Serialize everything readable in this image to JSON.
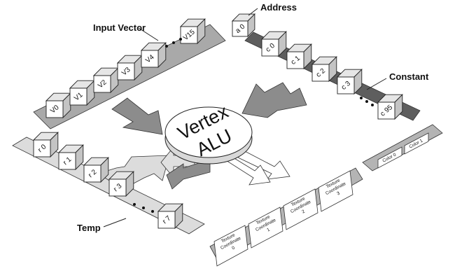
{
  "labels": {
    "input_vector": "Input Vector",
    "address": "Address",
    "constant": "Constant",
    "temp": "Temp"
  },
  "alu": {
    "line1": "Vertex",
    "line2": "ALU"
  },
  "input_vector_cubes": [
    "V0",
    "V1",
    "V2",
    "V3",
    "V4",
    "V15"
  ],
  "address_cube": "a 0",
  "constant_cubes": [
    "c 0",
    "c 1",
    "c 2",
    "c 3",
    "c 95"
  ],
  "temp_cubes": [
    "r 0",
    "r 1",
    "r 2",
    "r 3",
    "r 7"
  ],
  "color_outputs": [
    "Color 0",
    "Color 1"
  ],
  "texture_outputs": [
    {
      "line1": "Texture",
      "line2": "Coordinate",
      "line3": "0"
    },
    {
      "line1": "Texture",
      "line2": "Coordinate",
      "line3": "1"
    },
    {
      "line1": "Texture",
      "line2": "Coordinate",
      "line3": "2"
    },
    {
      "line1": "Texture",
      "line2": "Coordinate",
      "line3": "3"
    }
  ],
  "colors": {
    "input_panel": "#a9a9a9",
    "constant_panel": "#5e5e5e",
    "temp_panel": "#dcdcdc",
    "output_panel": "#b4b4b4",
    "arrow_fill": "#8c8c8c",
    "cube_top": "#e6e6e6",
    "cube_front": "#ffffff",
    "cube_side": "#c4c4c4"
  }
}
